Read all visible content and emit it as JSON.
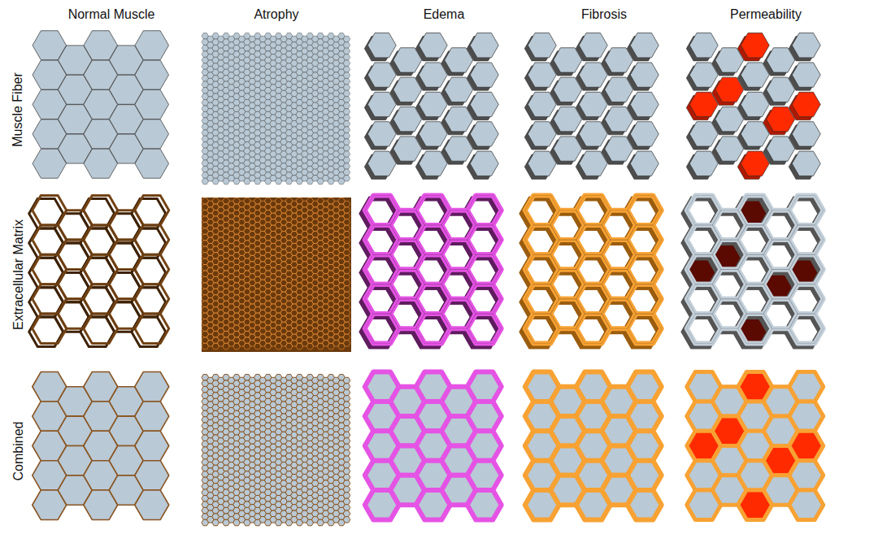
{
  "diagram": {
    "labels": [
      "Normal Muscle",
      "Atrophy",
      "Edema",
      "Fibrosis",
      "Permeability",
      "Muscle Fiber",
      "Extracellular Matrix",
      "Combined"
    ]
  }
}
